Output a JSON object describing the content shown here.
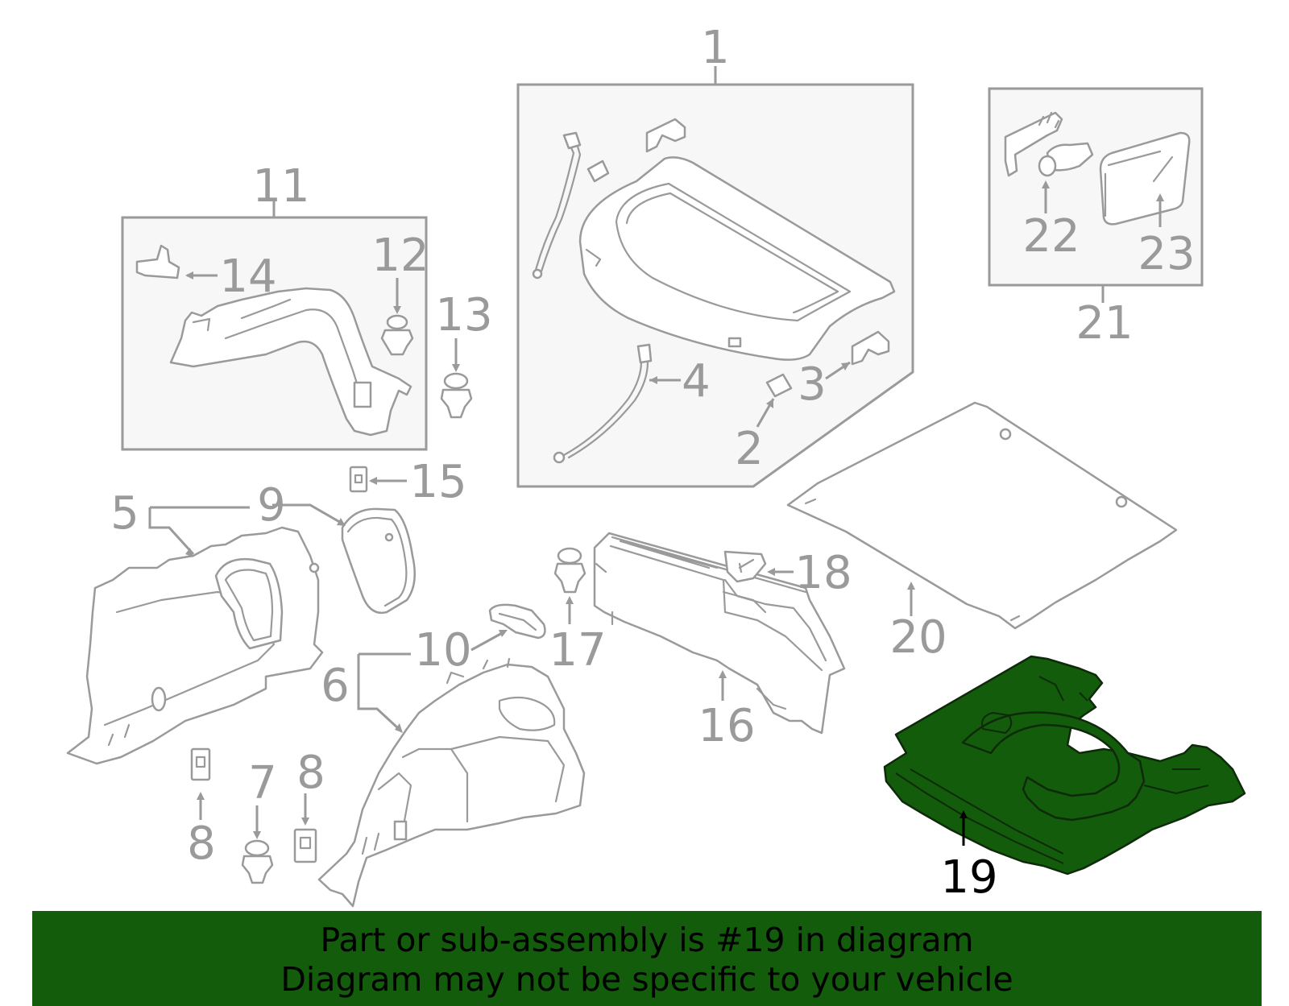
{
  "labels": {
    "n1": "1",
    "n2": "2",
    "n3": "3",
    "n4": "4",
    "n5": "5",
    "n6": "6",
    "n7": "7",
    "n8a": "8",
    "n8b": "8",
    "n9": "9",
    "n10": "10",
    "n11": "11",
    "n12": "12",
    "n13": "13",
    "n14": "14",
    "n15": "15",
    "n16": "16",
    "n17": "17",
    "n18": "18",
    "n19": "19",
    "n20": "20",
    "n21": "21",
    "n22": "22",
    "n23": "23"
  },
  "highlight": {
    "part_number": "19",
    "color": "#125c0b"
  },
  "banner": {
    "line1": "Part or sub-assembly is #19 in diagram",
    "line2": "Diagram may not be specific to your vehicle",
    "color": "#125c0b"
  }
}
